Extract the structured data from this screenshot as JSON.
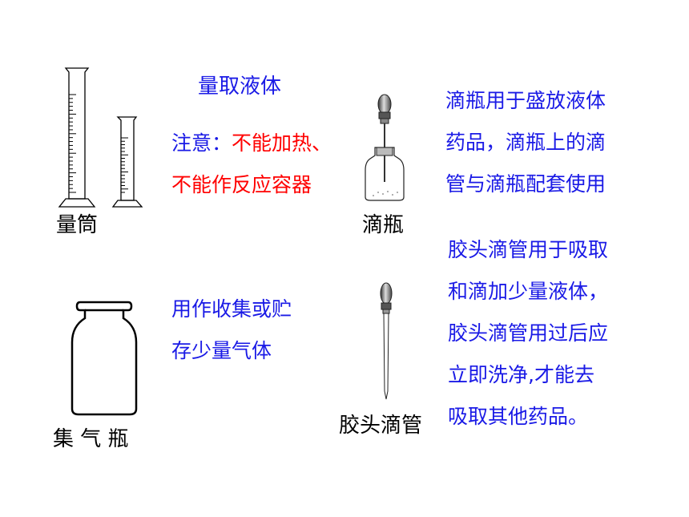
{
  "cylinder": {
    "label": "量筒",
    "title": "量取液体",
    "note_prefix": "注意：",
    "note_rest": "不能加热、",
    "note_line2": "不能作反应容器"
  },
  "dropper_bottle": {
    "label": "滴瓶",
    "desc_lines": [
      "滴瓶用于盛放液体",
      "药品，滴瓶上的滴",
      "管与滴瓶配套使用"
    ]
  },
  "gas_jar": {
    "label": "集 气 瓶",
    "desc_lines": [
      "用作收集或贮",
      "存少量气体"
    ]
  },
  "dropper": {
    "label": "胶头滴管",
    "desc_lines": [
      "胶头滴管用于吸取",
      "和滴加少量液体，",
      "胶头滴管用过后应",
      "立即洗净,才能去",
      "吸取其他药品。"
    ]
  },
  "colors": {
    "blue": "#1a1ae6",
    "red": "#ff0000",
    "black": "#000000"
  }
}
